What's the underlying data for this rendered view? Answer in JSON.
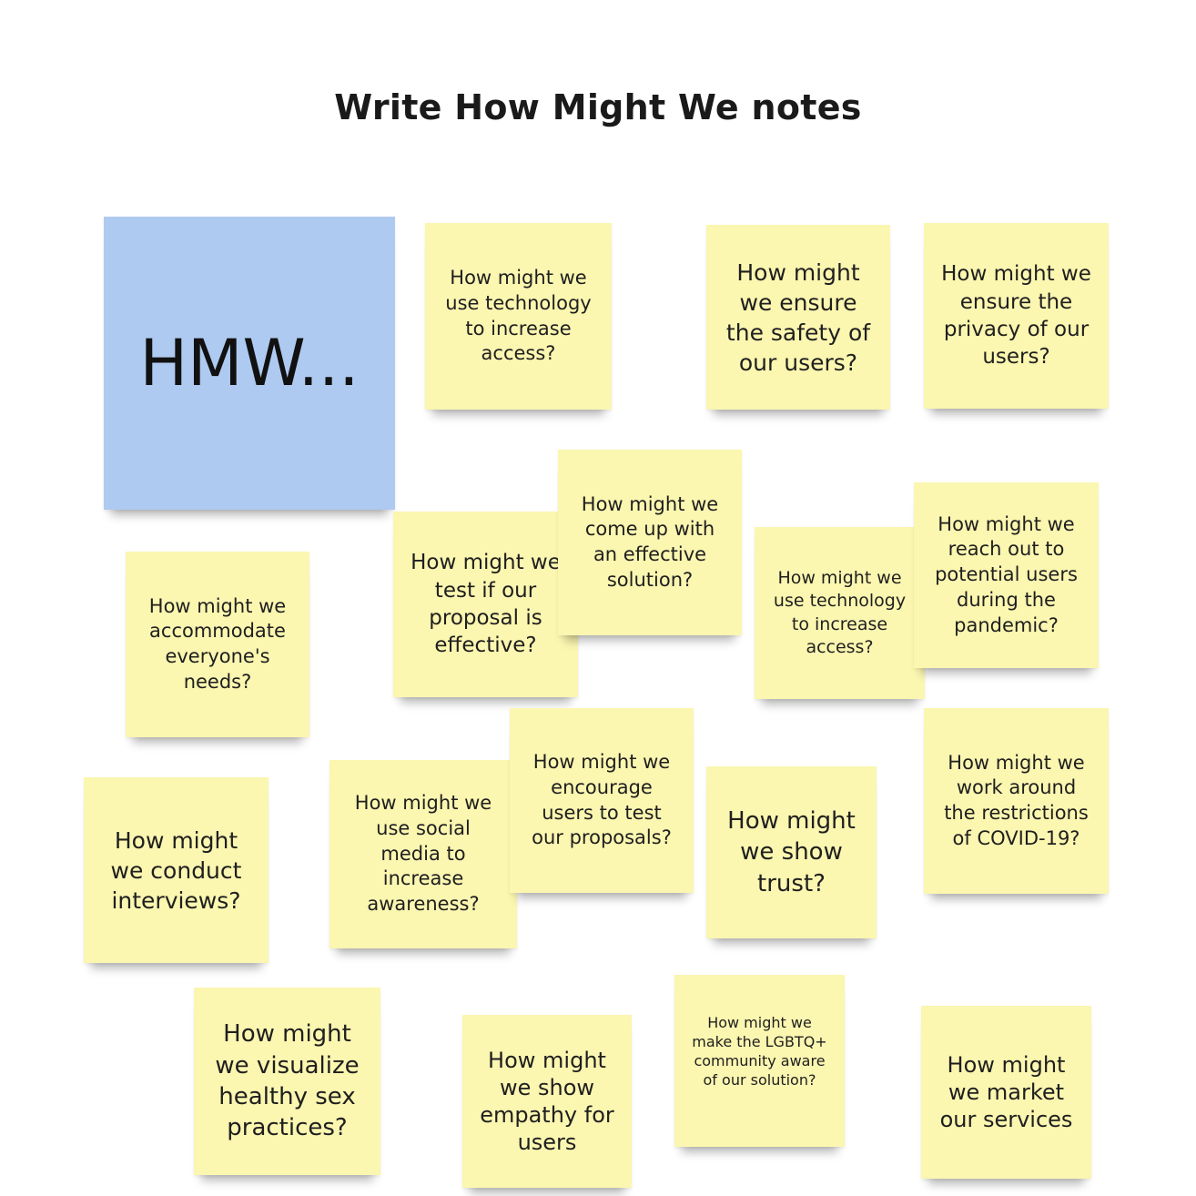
{
  "board": {
    "title": "Write How Might We notes"
  },
  "notes": {
    "hmw_header": "HMW...",
    "n01": "How might we use technology to increase access?",
    "n02": "How might we ensure the safety of our users?",
    "n03": "How might we ensure the privacy of our users?",
    "n04": "How might we accommodate everyone's needs?",
    "n05": "How might we test if our proposal is effective?",
    "n06": "How might we come up with an effective solution?",
    "n07": "How might we use technology to increase access?",
    "n08": "How might we reach out to potential users during the pandemic?",
    "n09": "How might we conduct interviews?",
    "n10": "How might we use social media to increase awareness?",
    "n11": "How might we encourage users to test our proposals?",
    "n12": "How might we show trust?",
    "n13": "How might we work around the restrictions of COVID-19?",
    "n14": "How might we visualize healthy sex practices?",
    "n15": "How might we show empathy for users",
    "n16": "How might we make the LGBTQ+ community aware of our solution?",
    "n17": "How might we market our services"
  },
  "colors": {
    "sticky_yellow": "#fbf6b0",
    "sticky_blue": "#aecaf0",
    "text": "#1f1f1f"
  }
}
